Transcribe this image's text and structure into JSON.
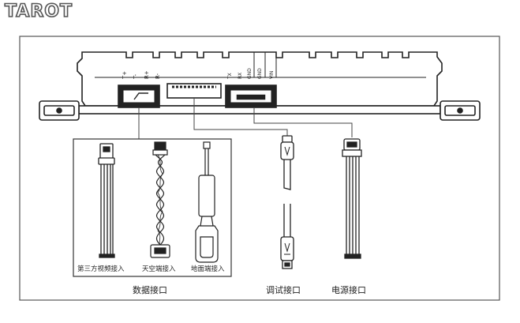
{
  "brand": "TAROT",
  "pins": {
    "left": [
      "T+",
      "T-",
      "R+",
      "R-"
    ],
    "right": [
      "TX",
      "RX",
      "GND",
      "GND",
      "VIN"
    ]
  },
  "labels": {
    "cable_video": "第三方视频接入",
    "cable_air": "天空端接入",
    "cable_ground": "地面端接入",
    "group_data": "数据接口",
    "port_debug": "调试接口",
    "port_power": "电源接口"
  }
}
